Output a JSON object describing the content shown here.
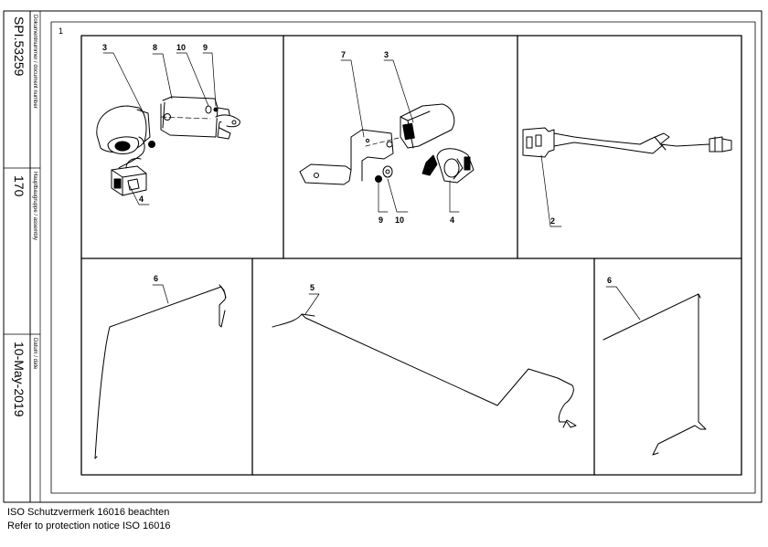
{
  "title_block": {
    "document_number_label": "Dokumentnummer / document number",
    "document_number": "SPI.53259",
    "assembly_label": "Hauptbaugruppe / assembly",
    "assembly": "170",
    "date_label": "Datum / date",
    "date": "10-May-2019"
  },
  "sheet_number": "1",
  "notice": {
    "line1": "ISO Schutzvermerk 16016 beachten",
    "line2": "Refer to protection notice ISO 16016"
  },
  "callouts": {
    "panel1": [
      "3",
      "8",
      "10",
      "9",
      "4"
    ],
    "panel2": [
      "7",
      "3",
      "9",
      "10",
      "4"
    ],
    "panel3": [
      "2"
    ],
    "panel4": [
      "6"
    ],
    "panel5": [
      "5"
    ],
    "panel6": [
      "6"
    ]
  }
}
